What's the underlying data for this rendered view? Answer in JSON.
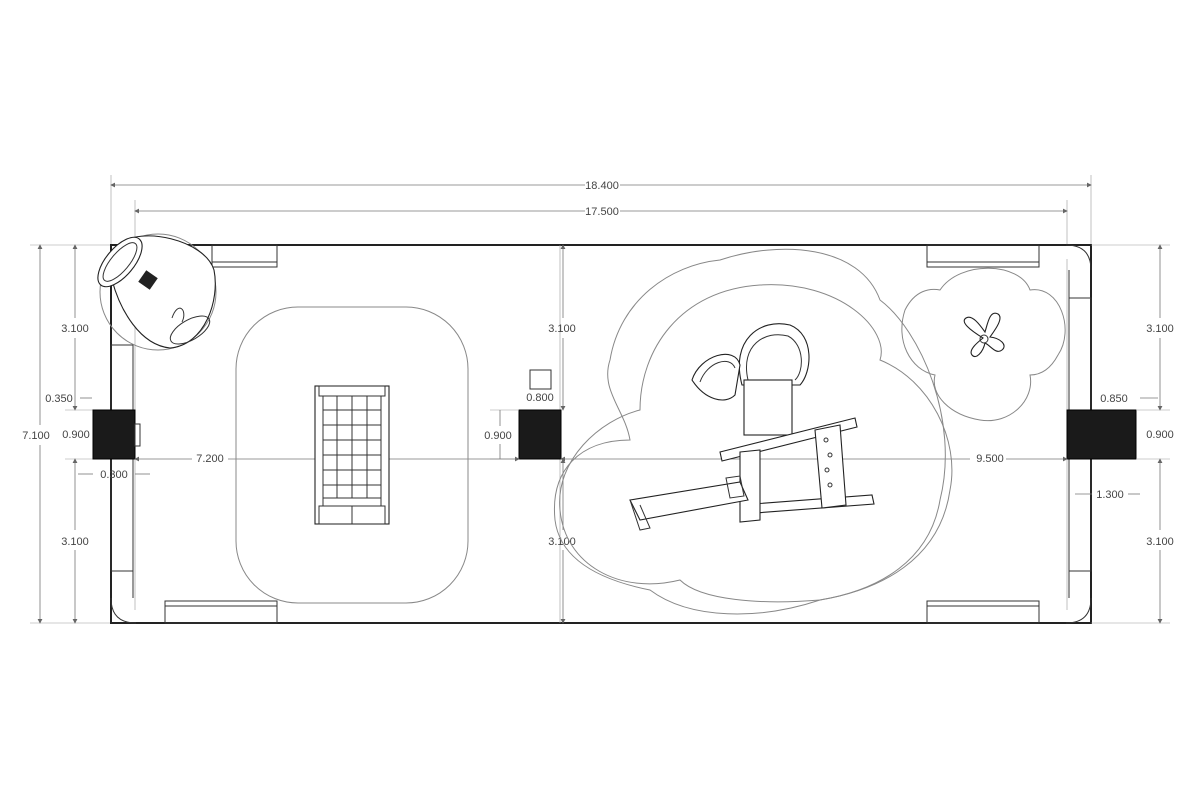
{
  "dimensions": {
    "overall_width": "18.400",
    "inner_width": "17.500",
    "left_height": "7.100",
    "left_top": "3.100",
    "left_bottom": "3.100",
    "left_gap": "0.350",
    "left_post": "0.900",
    "left_post_width": "0.300",
    "left_span": "7.200",
    "center_top": "3.100",
    "center_bottom": "3.100",
    "center_post": "0.900",
    "center_square": "0.800",
    "right_span": "9.500",
    "right_top": "3.100",
    "right_bottom": "3.100",
    "right_gap": "0.850",
    "right_post": "0.900",
    "right_offset": "1.300"
  },
  "equipment": [
    "spinner-bowl",
    "rocker-climber",
    "play-tower-with-slides",
    "tri-spinner"
  ]
}
